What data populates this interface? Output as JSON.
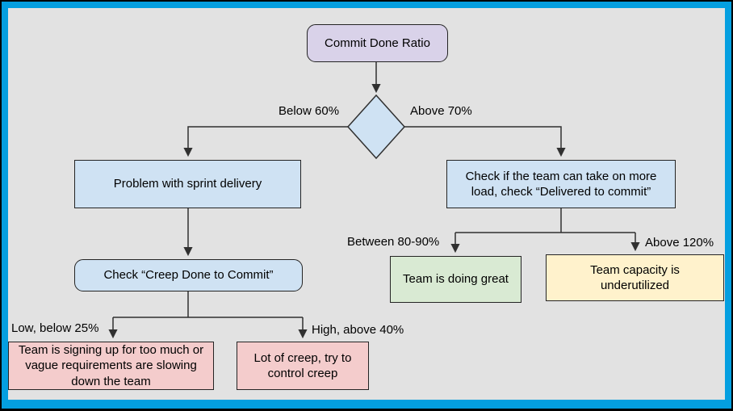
{
  "colors": {
    "frame_blue": "#049fe0",
    "frame_black": "#000000",
    "canvas_bg": "#e2e2e2",
    "node_purple": "#d9d2e9",
    "node_blue": "#cfe2f3",
    "node_green": "#d9ead3",
    "node_yellow": "#fff2cc",
    "node_pink": "#f4cccc",
    "connector": "#303030"
  },
  "nodes": {
    "root": {
      "label": "Commit Done Ratio"
    },
    "problem_sprint": {
      "label": "Problem with sprint delivery"
    },
    "check_more_load": {
      "label": "Check if the team can take on more load, check “Delivered to commit”"
    },
    "check_creep": {
      "label": "Check “Creep Done to Commit”"
    },
    "doing_great": {
      "label": "Team is doing great"
    },
    "underutilized": {
      "label": "Team capacity is underutilized"
    },
    "signing_too_much": {
      "label": "Team is signing up for too much or vague requirements are slowing down the team"
    },
    "lot_of_creep": {
      "label": "Lot of creep, try to control creep"
    }
  },
  "edge_labels": {
    "below_60": "Below 60%",
    "above_70": "Above 70%",
    "between_80_90": "Between 80-90%",
    "above_120": "Above 120%",
    "low_below_25": "Low, below 25%",
    "high_above_40": "High, above 40%"
  }
}
